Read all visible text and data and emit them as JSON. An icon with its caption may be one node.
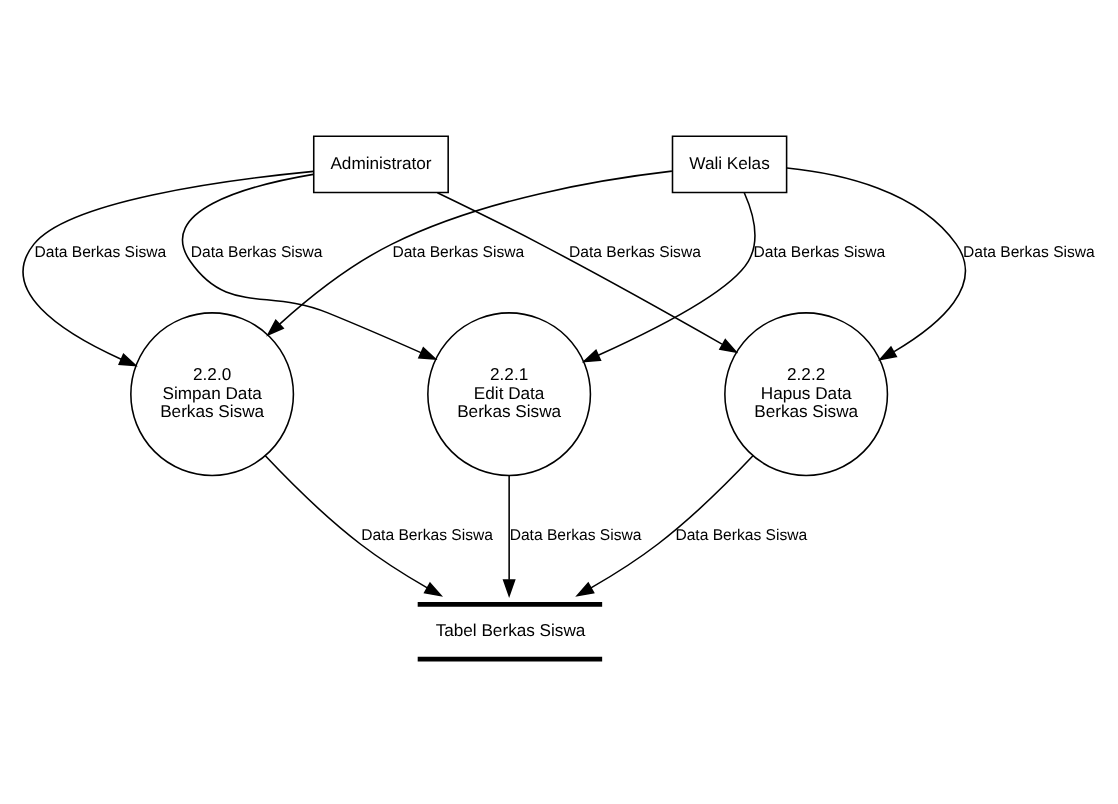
{
  "diagram": {
    "nodes": [
      {
        "text": [
          "Administrator"
        ]
      },
      {
        "text": [
          "Wali Kelas"
        ]
      },
      {
        "text": [
          "2.2.0",
          "Simpan Data Berkas Siswa"
        ]
      },
      {
        "text": [
          "2.2.1",
          "Edit Data Berkas Siswa"
        ]
      },
      {
        "text": [
          "2.2.2",
          "Hapus Data Berkas Siswa"
        ]
      },
      {
        "text": [
          "Tabel Berkas Siswa"
        ]
      }
    ],
    "edges": [
      {
        "from": 1,
        "to": 2,
        "arrow": "to",
        "label": "Data Berkas Siswa"
      },
      {
        "from": 0,
        "to": 3,
        "arrow": "to",
        "label": "Data Berkas Siswa"
      },
      {
        "from": 1,
        "to": 3,
        "arrow": "to",
        "label": "Data Berkas Siswa"
      },
      {
        "from": 0,
        "to": 2,
        "arrow": "to",
        "label": "Data Berkas Siswa"
      },
      {
        "from": 1,
        "to": 4,
        "arrow": "to",
        "label": "Data Berkas Siswa"
      },
      {
        "from": 3,
        "to": 5,
        "arrow": "to",
        "label": "Data Berkas Siswa"
      },
      {
        "from": 2,
        "to": 5,
        "arrow": "to",
        "label": "Data Berkas Siswa"
      },
      {
        "from": 4,
        "to": 5,
        "arrow": "to",
        "label": "Data Berkas Siswa"
      },
      {
        "from": 0,
        "to": 4,
        "arrow": "to",
        "label": "Data Berkas Siswa"
      }
    ]
  }
}
